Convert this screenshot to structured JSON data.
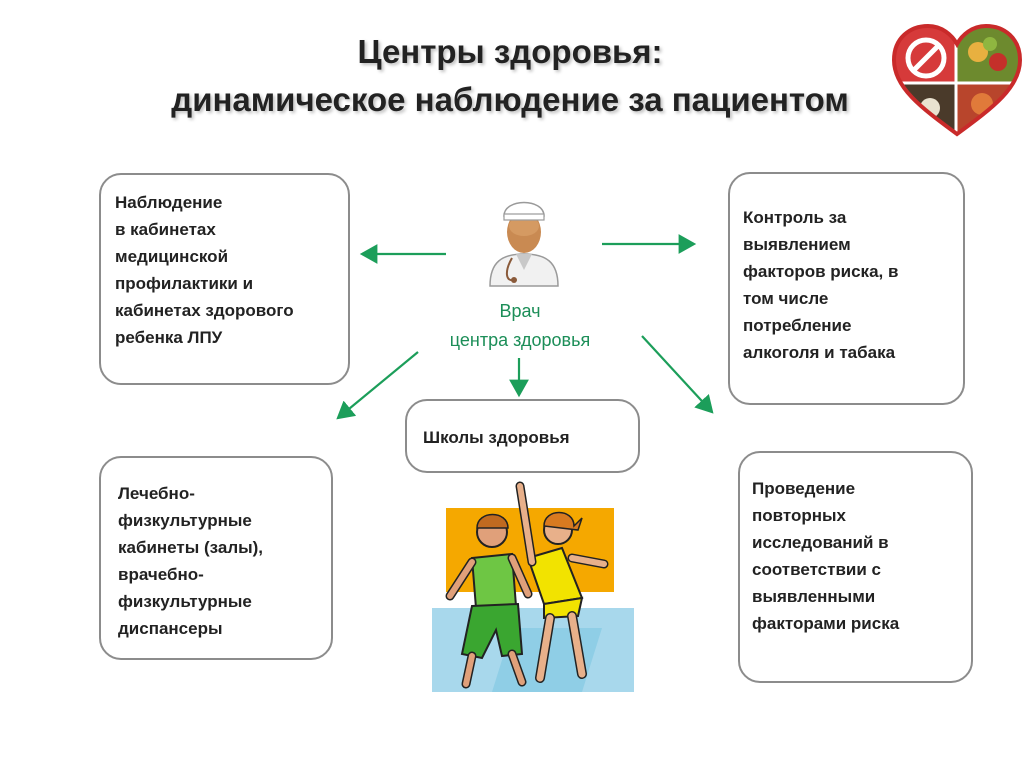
{
  "slide": {
    "title_line1": "Центры здоровья:",
    "title_line2": "динамическое наблюдение за пациентом"
  },
  "center": {
    "label_line1": "Врач",
    "label_line2": "центра здоровья"
  },
  "boxes": {
    "top_left": "Наблюдение\nв кабинетах\nмедицинской\nпрофилактики и\nкабинетах здорового\nребенка ЛПУ",
    "top_right": "Контроль за\nвыявлением\nфакторов риска, в\nтом числе\nпотребление\nалкоголя и табака",
    "center": "Школы здоровья",
    "bottom_left": "Лечебно-\nфизкультурные\nкабинеты (залы),\nврачебно-\nфизкультурные\nдиспансеры",
    "bottom_right": "Проведение\nповторных\nисследований в\nсоответствии с\nвыявленными\nфакторами риска"
  },
  "icons": {
    "doctor": "doctor-icon",
    "logo": "heart-health-logo-icon",
    "illustration": "exercising-people-icon"
  },
  "colors": {
    "arrow": "#1c9e5a",
    "label": "#1c8e58",
    "box_border": "#8c8c8c"
  }
}
